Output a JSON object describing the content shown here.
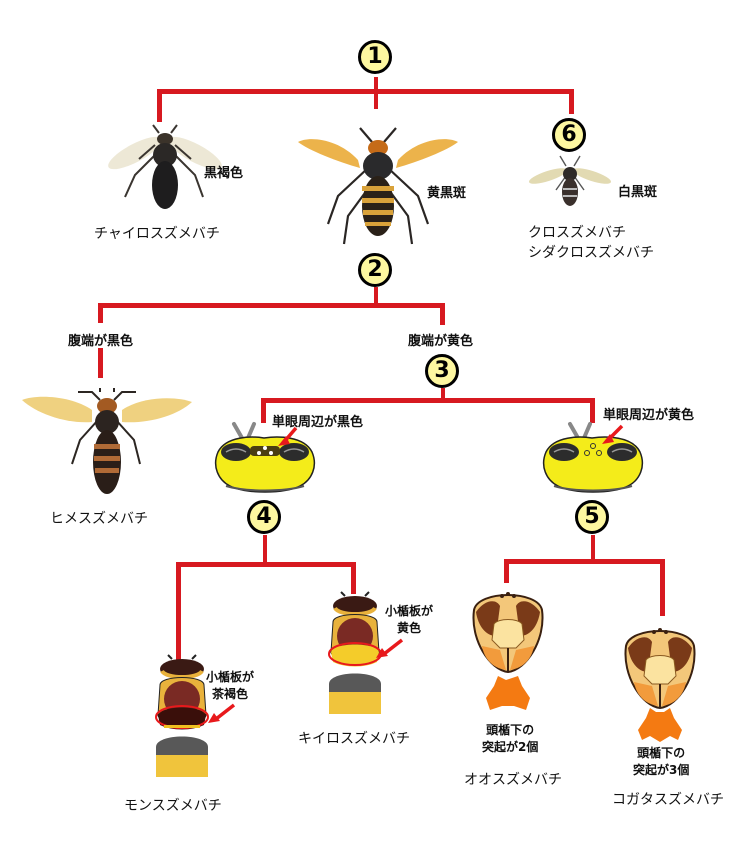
{
  "diagram": {
    "title": "スズメバチ類の検索図",
    "colors": {
      "connector": "#d71920",
      "badge_fill": "#fdf7a0",
      "badge_border": "#000000",
      "head_yellow": "#f4ec1a",
      "clypeus_orange": "#f47a12",
      "arrow_red": "#e8191c"
    },
    "nodes": [
      {
        "id": "1",
        "badge": "1"
      },
      {
        "id": "2",
        "badge": "2"
      },
      {
        "id": "3",
        "badge": "3"
      },
      {
        "id": "4",
        "badge": "4"
      },
      {
        "id": "5",
        "badge": "5"
      },
      {
        "id": "6",
        "badge": "6"
      }
    ],
    "level1": {
      "left": {
        "color_note": "黒褐色",
        "species": "チャイロスズメバチ",
        "icon": "dark-hornet-photo"
      },
      "center": {
        "color_note": "黄黒斑",
        "icon": "yellow-black-hornet-photo"
      },
      "right": {
        "color_note": "白黒斑",
        "species_lines": [
          "クロスズメバチ",
          "シダクロスズメバチ"
        ],
        "icon": "small-black-wasp-photo"
      }
    },
    "level2": {
      "left": {
        "branch_label": "腹端が黒色",
        "species": "ヒメスズメバチ",
        "icon": "hime-hornet-photo"
      },
      "right": {
        "branch_label": "腹端が黄色"
      }
    },
    "level3": {
      "left": {
        "branch_label": "単眼周辺が黒色",
        "icon": "head-front-ocelli-black"
      },
      "right": {
        "branch_label": "単眼周辺が黄色",
        "icon": "head-front-ocelli-yellow"
      }
    },
    "level4": {
      "left": {
        "annotation_lines": [
          "小楯板が",
          "茶褐色"
        ],
        "species": "モンスズメバチ",
        "icon": "thorax-scutellum-brown"
      },
      "right": {
        "annotation_lines": [
          "小楯板が",
          "黄色"
        ],
        "species": "キイロスズメバチ",
        "icon": "thorax-scutellum-yellow"
      }
    },
    "level5": {
      "left": {
        "annotation_lines": [
          "頭楯下の",
          "突起が2個"
        ],
        "species": "オオスズメバチ",
        "icon": "face-clypeus-2-teeth"
      },
      "right": {
        "annotation_lines": [
          "頭楯下の",
          "突起が3個"
        ],
        "species": "コガタスズメバチ",
        "icon": "face-clypeus-3-teeth"
      }
    }
  }
}
